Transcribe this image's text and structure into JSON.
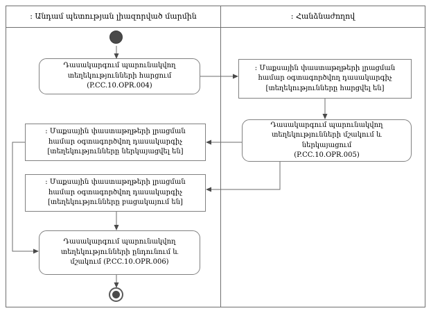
{
  "diagram": {
    "type": "uml-activity-diagram",
    "lanes": [
      {
        "id": "member-state-authority",
        "title": ": Անդամ պետության լիազորված մարմին"
      },
      {
        "id": "commission",
        "title": ": Հանձնաժողով"
      }
    ],
    "control_nodes": [
      {
        "id": "initial",
        "kind": "initial-node",
        "lane": "member-state-authority"
      },
      {
        "id": "final",
        "kind": "activity-final-node",
        "lane": "member-state-authority"
      }
    ],
    "nodes": [
      {
        "id": "request-info",
        "kind": "action",
        "lane": "member-state-authority",
        "lines": [
          "Դասակարգում պարունակվող",
          "տեղեկությունների հարցում",
          "(P.CC.10.OPR.004)"
        ]
      },
      {
        "id": "classifier-requested",
        "kind": "object",
        "lane": "commission",
        "lines": [
          ": Մաքսային փաստաթղթերի լրացման",
          "համար օգտագործվող դասակարգիչ",
          "[տեղեկությունները հարցվել են]"
        ]
      },
      {
        "id": "process-and-present",
        "kind": "action",
        "lane": "commission",
        "lines": [
          "Դասակարգում պարունակվող",
          "տեղեկությունների մշակում և ներկայացում",
          "(P.CC.10.OPR.005)"
        ]
      },
      {
        "id": "classifier-presented",
        "kind": "object",
        "lane": "member-state-authority",
        "lines": [
          ": Մաքսային փաստաթղթերի լրացման",
          "համար օգտագործվող դասակարգիչ",
          "[տեղեկությունները ներկայացվել են]"
        ]
      },
      {
        "id": "classifier-absent",
        "kind": "object",
        "lane": "member-state-authority",
        "lines": [
          ": Մաքսային փաստաթղթերի լրացման",
          "համար օգտագործվող դասակարգիչ",
          "[տեղեկությունները բացակայում են]"
        ]
      },
      {
        "id": "receive-and-process",
        "kind": "action",
        "lane": "member-state-authority",
        "lines": [
          "Դասակարգում պարունակվող",
          "տեղեկությունների ընդունում և",
          "մշակում (P.CC.10.OPR.006)"
        ]
      }
    ],
    "edges": [
      {
        "from": "initial",
        "to": "request-info"
      },
      {
        "from": "request-info",
        "to": "classifier-requested"
      },
      {
        "from": "classifier-requested",
        "to": "process-and-present"
      },
      {
        "from": "process-and-present",
        "to": "classifier-presented"
      },
      {
        "from": "process-and-present",
        "to": "classifier-absent"
      },
      {
        "from": "classifier-presented",
        "to": "receive-and-process"
      },
      {
        "from": "classifier-absent",
        "to": "receive-and-process"
      },
      {
        "from": "receive-and-process",
        "to": "final"
      }
    ],
    "colors": {
      "frame_stroke": "#6e6e6e",
      "node_stroke": "#808080",
      "edge_stroke": "#6b6b6b",
      "node_fill": "#ffffff",
      "control_node_fill": "#4a4a4a",
      "text": "#000000"
    }
  }
}
